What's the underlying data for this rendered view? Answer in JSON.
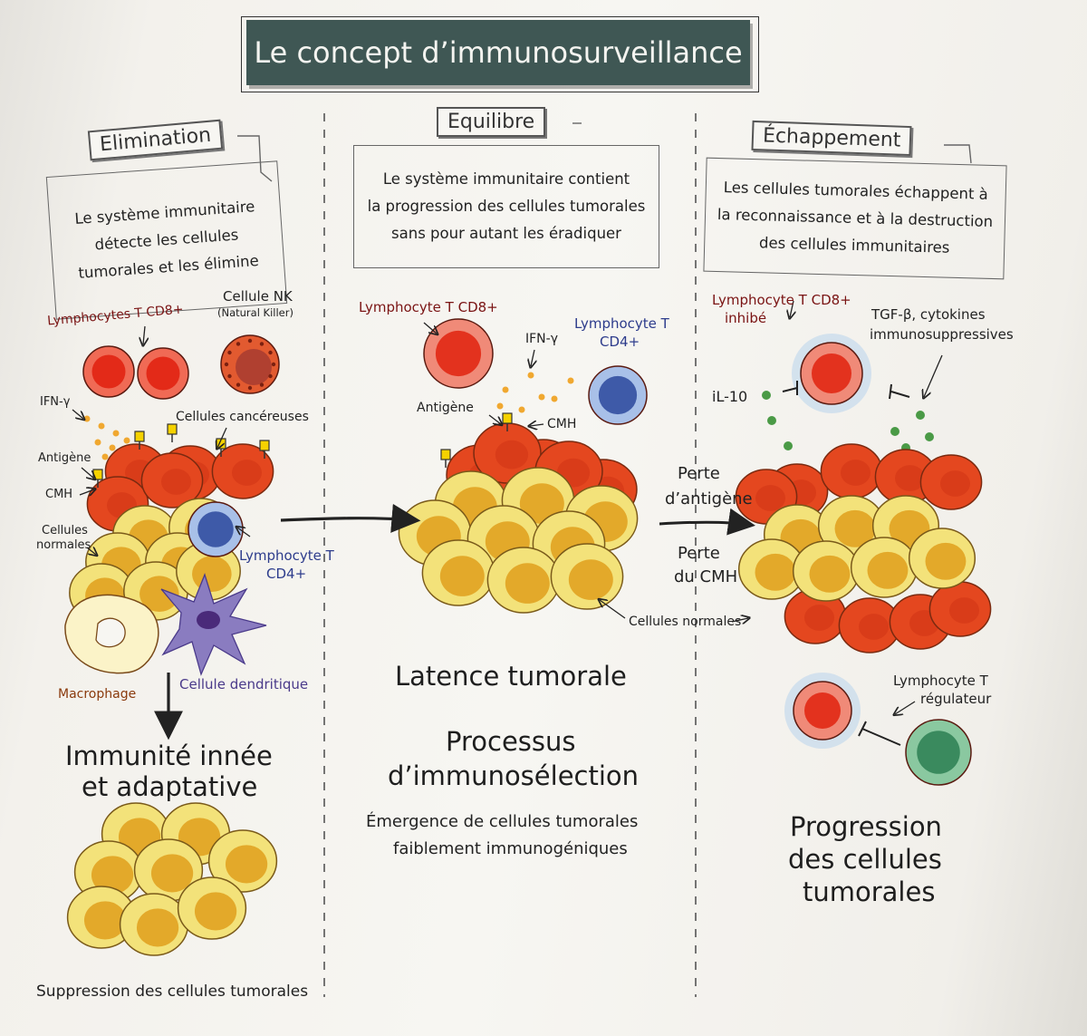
{
  "title": "Le concept d’immunosurveillance",
  "phases": {
    "elimination": {
      "label": "Elimination",
      "description": [
        "Le système immunitaire",
        "détecte les cellules",
        "tumorales et les élimine"
      ],
      "labels": {
        "lymphocytes_cd8": "Lymphocytes T CD8+",
        "nk_title": "Cellule NK",
        "nk_sub": "(Natural Killer)",
        "ifn": "IFN-γ",
        "cancer_cells": "Cellules cancéreuses",
        "antigen": "Antigène",
        "cmh": "CMH",
        "normal_cells_1": "Cellules",
        "normal_cells_2": "normales",
        "cd4_1": "Lymphocyte T",
        "cd4_2": "CD4+",
        "macrophage": "Macrophage",
        "dendritic": "Cellule dendritique"
      },
      "result_1": "Immunité innée",
      "result_2": "et adaptative",
      "footer": "Suppression des cellules tumorales"
    },
    "equilibre": {
      "label": "Equilibre",
      "description": [
        "Le système immunitaire contient",
        "la progression des cellules tumorales",
        "sans pour autant les éradiquer"
      ],
      "labels": {
        "cd8": "Lymphocyte T CD8+",
        "ifn": "IFN-γ",
        "cd4_1": "Lymphocyte T",
        "cd4_2": "CD4+",
        "antigen": "Antigène",
        "cmh": "CMH",
        "normal_cells": "Cellules normales"
      },
      "latence": "Latence tumorale",
      "process_1": "Processus",
      "process_2": "d’immunosélection",
      "emergence_1": "Émergence de cellules tumorales",
      "emergence_2": "faiblement immunogéniques"
    },
    "arrow_labels": {
      "loss_antigen_1": "Perte",
      "loss_antigen_2": "d’antigène",
      "loss_cmh_1": "Perte",
      "loss_cmh_2": "du CMH"
    },
    "echappement": {
      "label": "Échappement",
      "description": [
        "Les cellules tumorales échappent à",
        "la reconnaissance et à la destruction",
        "des cellules immunitaires"
      ],
      "labels": {
        "cd8_1": "Lymphocyte T CD8+",
        "cd8_2": "inhibé",
        "tgf_1": "TGF-β, cytokines",
        "tgf_2": "immunosuppressives",
        "il10": "iL-10",
        "treg_1": "Lymphocyte T",
        "treg_2": "régulateur"
      },
      "progression_1": "Progression",
      "progression_2": "des cellules",
      "progression_3": "tumorales"
    }
  },
  "colors": {
    "title_bg": "#3f5754",
    "tumor_red": "#e4471f",
    "normal_yellow": "#f3e27a",
    "normal_core": "#e3a92a",
    "cd4_blue": "#3e5aa8",
    "treg_green": "#3a8a5e",
    "dendritic_purple": "#8a7cc0"
  }
}
